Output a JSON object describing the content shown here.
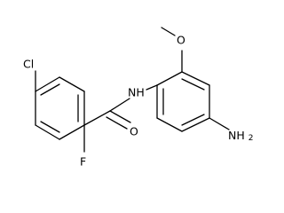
{
  "structure": {
    "atoms": {
      "chloro": "Cl",
      "fluoro": "F",
      "amide_oxygen": "O",
      "amide_nitrogen": "NH",
      "amino": "NH2",
      "amino_n": "NH",
      "amino_sub": "2"
    }
  }
}
